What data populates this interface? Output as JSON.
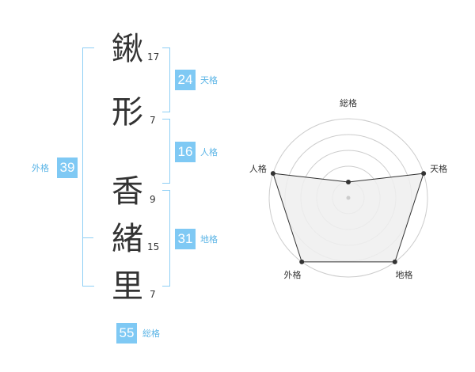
{
  "name": {
    "chars": [
      "鍬",
      "形",
      "香",
      "緒",
      "里"
    ],
    "strokes": [
      "17",
      "7",
      "9",
      "15",
      "7"
    ]
  },
  "fortune": {
    "tenkaku": {
      "label": "天格",
      "value": "24"
    },
    "jinkaku": {
      "label": "人格",
      "value": "16"
    },
    "chikaku": {
      "label": "地格",
      "value": "31"
    },
    "gaikaku": {
      "label": "外格",
      "value": "39"
    },
    "soukaku": {
      "label": "総格",
      "value": "55"
    }
  },
  "chart_data": {
    "type": "radar",
    "axes": [
      "総格",
      "天格",
      "地格",
      "外格",
      "人格"
    ],
    "levels": 5,
    "values": [
      1,
      5,
      5,
      5,
      5
    ],
    "max": 5,
    "colors": {
      "fill": "#eeeeee",
      "stroke": "#333333",
      "grid": "#cccccc",
      "point": "#333333"
    }
  }
}
